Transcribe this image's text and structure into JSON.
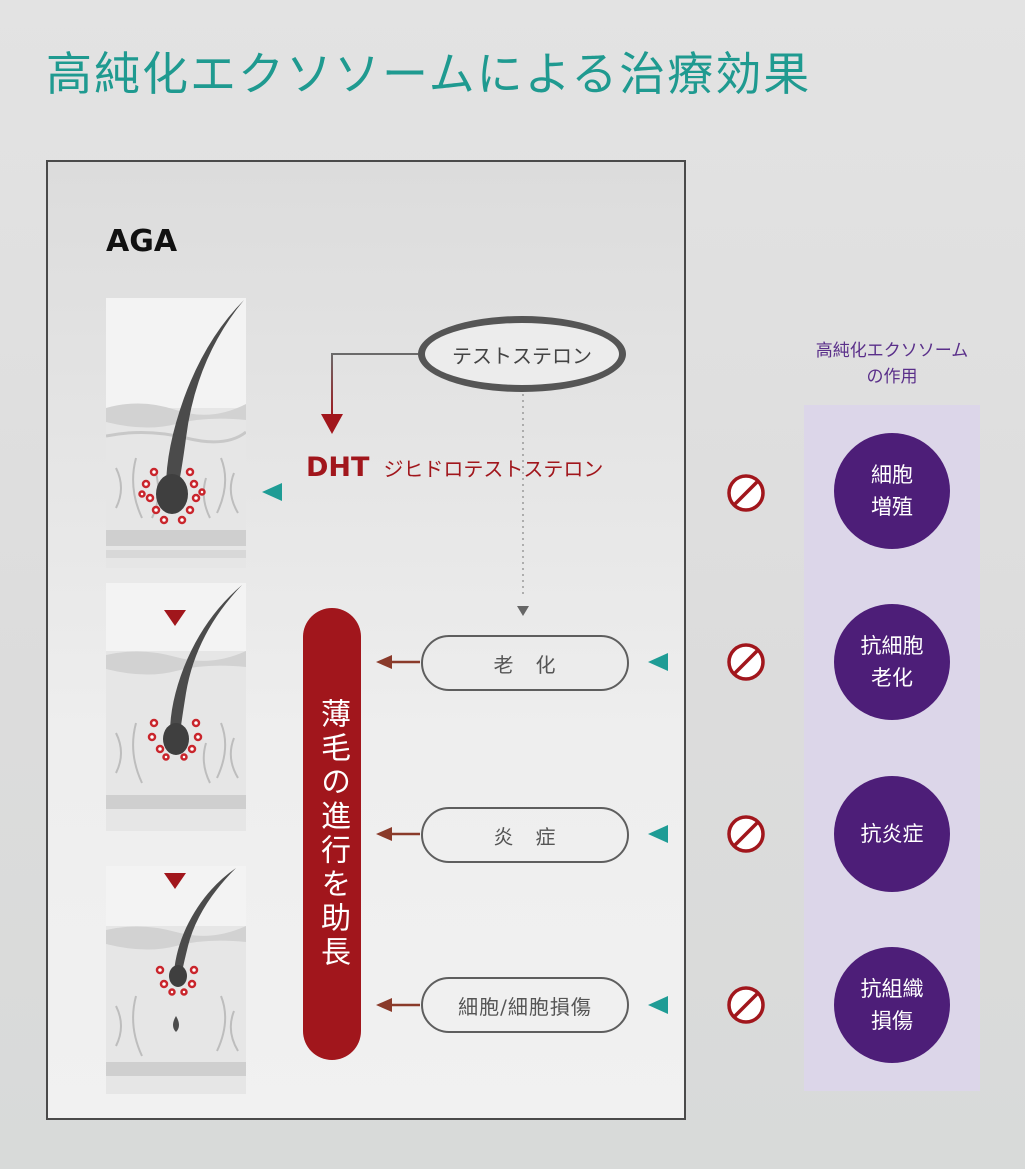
{
  "title": "高純化エクソソームによる治療効果",
  "aga_label": "AGA",
  "testosterone": "テストステロン",
  "dht": {
    "abbr": "DHT",
    "full": "ジヒドロテストステロン"
  },
  "progress_label": "薄毛の進行を助長",
  "causes": [
    {
      "label": "老　化"
    },
    {
      "label": "炎　症"
    },
    {
      "label": "細胞/細胞損傷"
    }
  ],
  "exosome_heading": "高純化エクソソーム\nの作用",
  "effects": [
    {
      "label": "細胞\n増殖"
    },
    {
      "label": "抗細胞\n老化"
    },
    {
      "label": "抗炎症"
    },
    {
      "label": "抗組織\n損傷"
    }
  ],
  "colors": {
    "title": "#1f9a90",
    "accent_red": "#a1161c",
    "purple": "#4d1e78",
    "teal_arrow": "#1e9c95",
    "panel_bg": "#dcd6e9"
  }
}
